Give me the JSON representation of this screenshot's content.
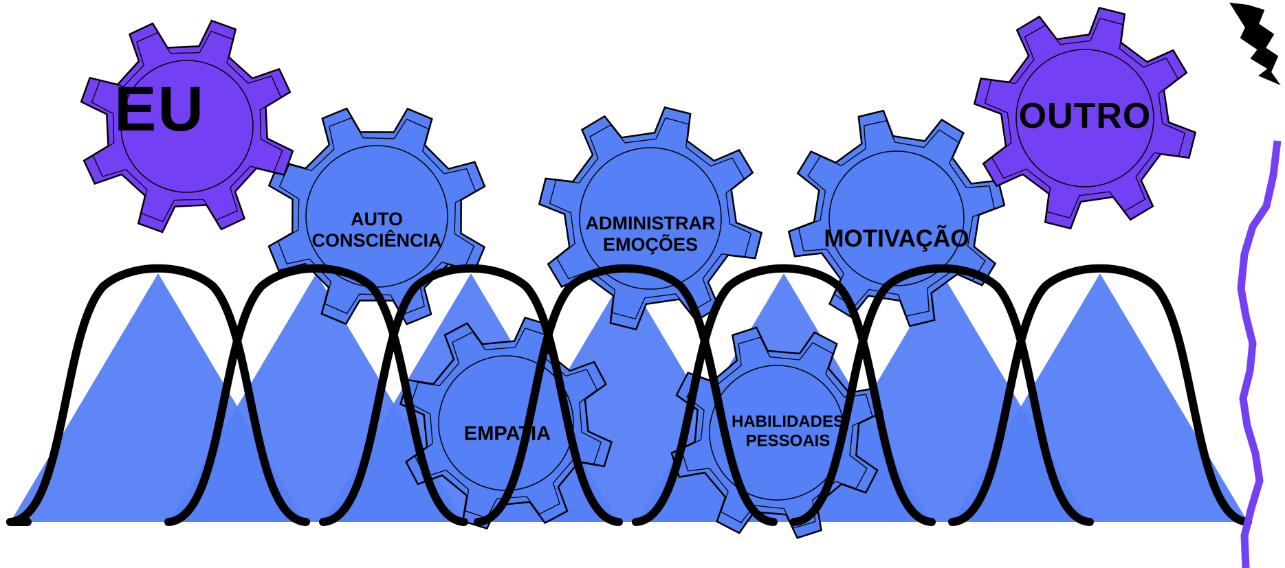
{
  "colors": {
    "purple_gear": "#7440F4",
    "blue_gear": "#5580F6",
    "wave": "#000000",
    "background": "#FFFFFF"
  },
  "gears": {
    "eu": {
      "label": "EU"
    },
    "outro": {
      "label": "OUTRO"
    },
    "autoconsciencia": {
      "line1": "AUTO",
      "line2": "CONSCIÊNCIA"
    },
    "administrar": {
      "line1": "ADMINISTRAR",
      "line2": "EMOÇÕES"
    },
    "motivacao": {
      "label": "MOTIVAÇÃO"
    },
    "empatia": {
      "label": "EMPATIA"
    },
    "habilidades": {
      "line1": "HABILIDADES",
      "line2": "PESSOAIS"
    }
  }
}
